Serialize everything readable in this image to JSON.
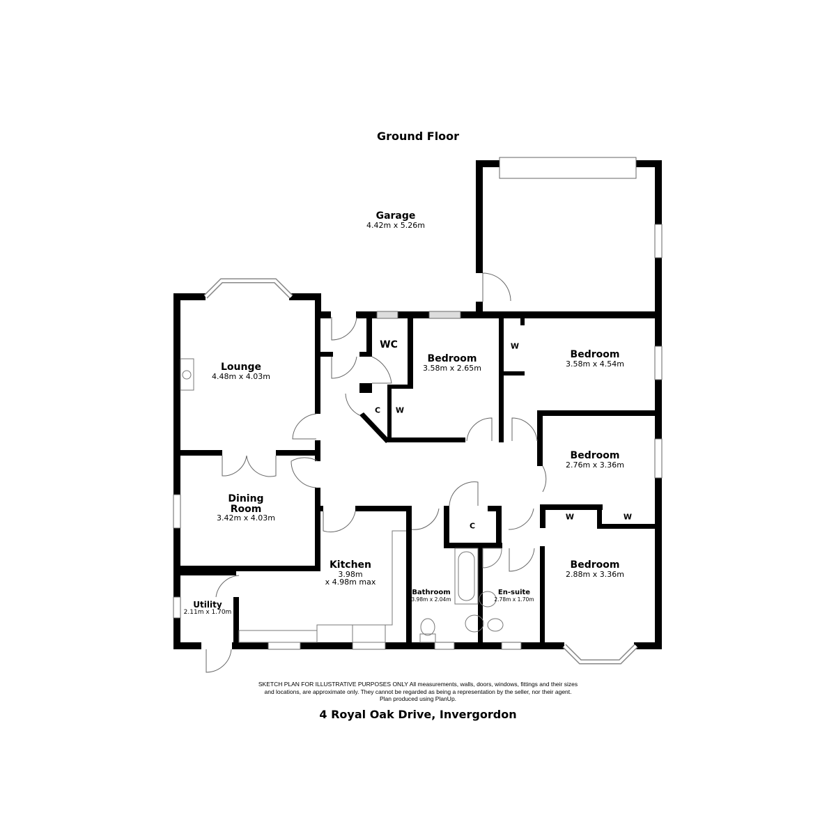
{
  "header": {
    "title": "Ground Floor"
  },
  "rooms": {
    "garage": {
      "name": "Garage",
      "dims": "4.42m x 5.26m"
    },
    "lounge": {
      "name": "Lounge",
      "dims": "4.48m x 4.03m"
    },
    "wc": {
      "name": "WC"
    },
    "bedroom1": {
      "name": "Bedroom",
      "dims": "3.58m x 2.65m"
    },
    "bedroom2": {
      "name": "Bedroom",
      "dims": "3.58m x 4.54m"
    },
    "bedroom3": {
      "name": "Bedroom",
      "dims": "2.76m x 3.36m"
    },
    "bedroom4": {
      "name": "Bedroom",
      "dims": "2.88m x 3.36m"
    },
    "dining": {
      "name": "Dining Room",
      "name_line1": "Dining",
      "name_line2": "Room",
      "dims": "3.42m x 4.03m"
    },
    "kitchen": {
      "name": "Kitchen",
      "dims_line1": "3.98m",
      "dims_line2": "x 4.98m max"
    },
    "utility": {
      "name": "Utility",
      "dims": "2.11m x 1.70m"
    },
    "bathroom": {
      "name": "Bathroom",
      "dims": "3.98m x 2.04m"
    },
    "ensuite": {
      "name": "En-suite",
      "dims": "2.78m x 1.70m"
    }
  },
  "storage_tags": {
    "cupboard_hall": "C",
    "wardrobe_hall": "W",
    "wardrobe_bed2": "W",
    "cupboard_bath": "C",
    "wardrobe_bed3_a": "W",
    "wardrobe_bed3_b": "W"
  },
  "footer": {
    "disclaimer_line1": "SKETCH PLAN FOR ILLUSTRATIVE PURPOSES ONLY All measurements, walls, doors, windows, fittings and their sizes",
    "disclaimer_line2": "and locations, are approximate only. They cannot be regarded as being a representation by the seller, nor their agent.",
    "disclaimer_line3": "Plan produced using PlanUp.",
    "address": "4 Royal Oak Drive, Invergordon"
  },
  "colors": {
    "wall": "#000000",
    "fixture": "#777777",
    "window_fill": "#dddddd",
    "background": "#ffffff"
  }
}
